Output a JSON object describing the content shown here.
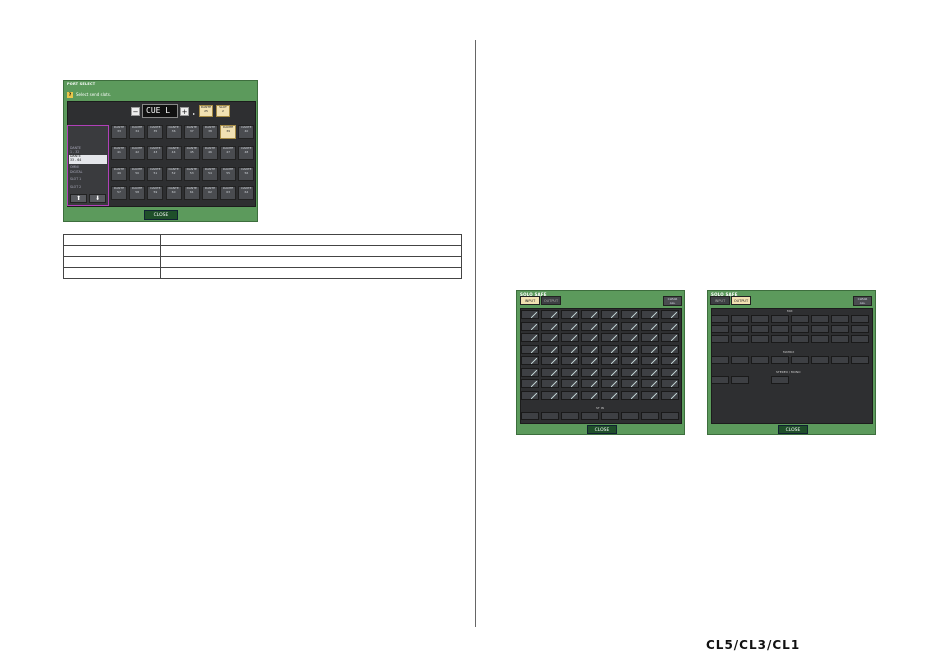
{
  "port_select": {
    "title": "PORT SELECT",
    "message": "Select send slots.",
    "help_mark": "?",
    "port_name": "CUE L",
    "minus": "−",
    "plus": "+",
    "tag_dante": [
      "DANTE",
      "25"
    ],
    "tag_slot": [
      "SLOT",
      "2"
    ],
    "port_buttons": [
      [
        "DANTE",
        "33"
      ],
      [
        "DANTE",
        "34"
      ],
      [
        "DANTE",
        "35"
      ],
      [
        "DANTE",
        "36"
      ],
      [
        "DANTE",
        "37"
      ],
      [
        "DANTE",
        "38"
      ],
      [
        "DANTE",
        "39"
      ],
      [
        "DANTE",
        "40"
      ],
      [
        "DANTE",
        "41"
      ],
      [
        "DANTE",
        "42"
      ],
      [
        "DANTE",
        "43"
      ],
      [
        "DANTE",
        "44"
      ],
      [
        "DANTE",
        "45"
      ],
      [
        "DANTE",
        "46"
      ],
      [
        "DANTE",
        "47"
      ],
      [
        "DANTE",
        "48"
      ],
      [
        "DANTE",
        "49"
      ],
      [
        "DANTE",
        "50"
      ],
      [
        "DANTE",
        "51"
      ],
      [
        "DANTE",
        "52"
      ],
      [
        "DANTE",
        "53"
      ],
      [
        "DANTE",
        "54"
      ],
      [
        "DANTE",
        "55"
      ],
      [
        "DANTE",
        "56"
      ],
      [
        "DANTE",
        "57"
      ],
      [
        "DANTE",
        "58"
      ],
      [
        "DANTE",
        "59"
      ],
      [
        "DANTE",
        "60"
      ],
      [
        "DANTE",
        "61"
      ],
      [
        "DANTE",
        "62"
      ],
      [
        "DANTE",
        "63"
      ],
      [
        "DANTE",
        "64"
      ]
    ],
    "left_list": {
      "item1": "DANTE",
      "item1b": "1 - 32",
      "selected_a": "DANTE",
      "selected_b": "33 - 64",
      "item3": "OMNI",
      "item4": "DIGITAL",
      "item5": "SLOT 1",
      "item6": "SLOT 2"
    },
    "up_arrow": "⬆",
    "down_arrow": "⬇",
    "close_label": "CLOSE"
  },
  "solo_safe_input": {
    "title": "SOLO SAFE",
    "tab_input": "INPUT",
    "tab_output": "OUTPUT",
    "clear_all": [
      "CLEAR",
      "ALL"
    ],
    "st_in_label": "ST IN",
    "close_label": "CLOSE"
  },
  "solo_safe_output": {
    "title": "SOLO SAFE",
    "tab_input": "INPUT",
    "tab_output": "OUTPUT",
    "clear_all": [
      "CLEAR",
      "ALL"
    ],
    "mix_label": "MIX",
    "matrix_label": "MATRIX",
    "stereo_label": "STEREO / MONO",
    "close_label": "CLOSE"
  },
  "product_logo": "CL5/CL3/CL1",
  "colors": {
    "window_green": "#5c9a5c",
    "panel_dark": "#2e2f31",
    "highlight": "#f1e1b2",
    "list_border": "#b040b8"
  }
}
